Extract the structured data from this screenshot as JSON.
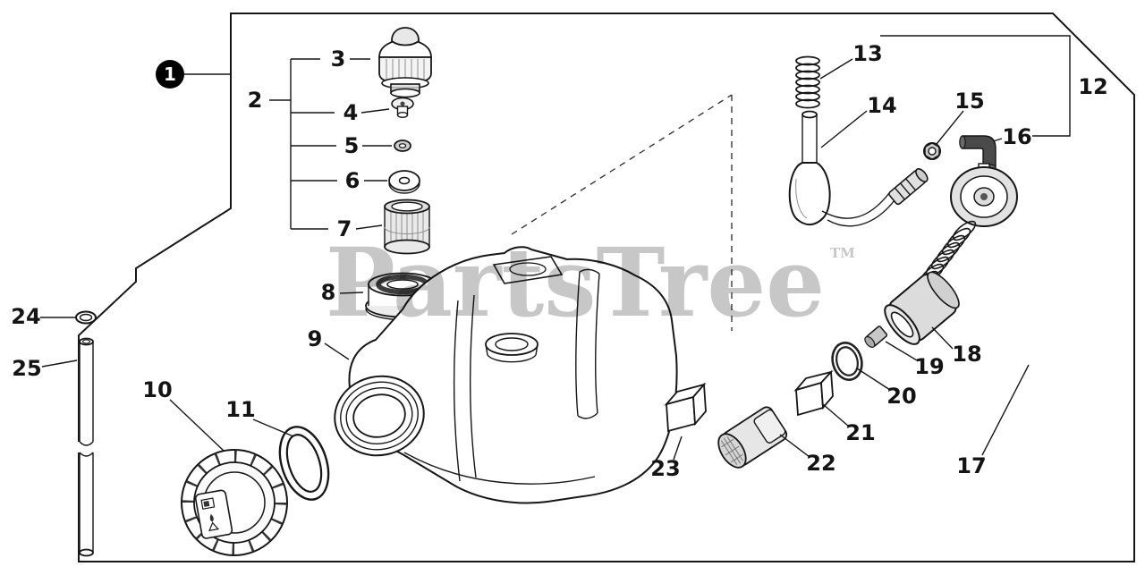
{
  "watermark": {
    "text": "PartsTree",
    "tm": "TM"
  },
  "callouts": [
    {
      "label": "1"
    },
    {
      "label": "2"
    },
    {
      "label": "3"
    },
    {
      "label": "4"
    },
    {
      "label": "5"
    },
    {
      "label": "6"
    },
    {
      "label": "7"
    },
    {
      "label": "8"
    },
    {
      "label": "9"
    },
    {
      "label": "10"
    },
    {
      "label": "11"
    },
    {
      "label": "12"
    },
    {
      "label": "13"
    },
    {
      "label": "14"
    },
    {
      "label": "15"
    },
    {
      "label": "16"
    },
    {
      "label": "17"
    },
    {
      "label": "18"
    },
    {
      "label": "19"
    },
    {
      "label": "20"
    },
    {
      "label": "21"
    },
    {
      "label": "22"
    },
    {
      "label": "23"
    },
    {
      "label": "24"
    },
    {
      "label": "25"
    }
  ],
  "colors": {
    "line": "#161616",
    "watermark": "#c7c7c7",
    "background": "#ffffff",
    "callout_bubble": "#000000"
  }
}
